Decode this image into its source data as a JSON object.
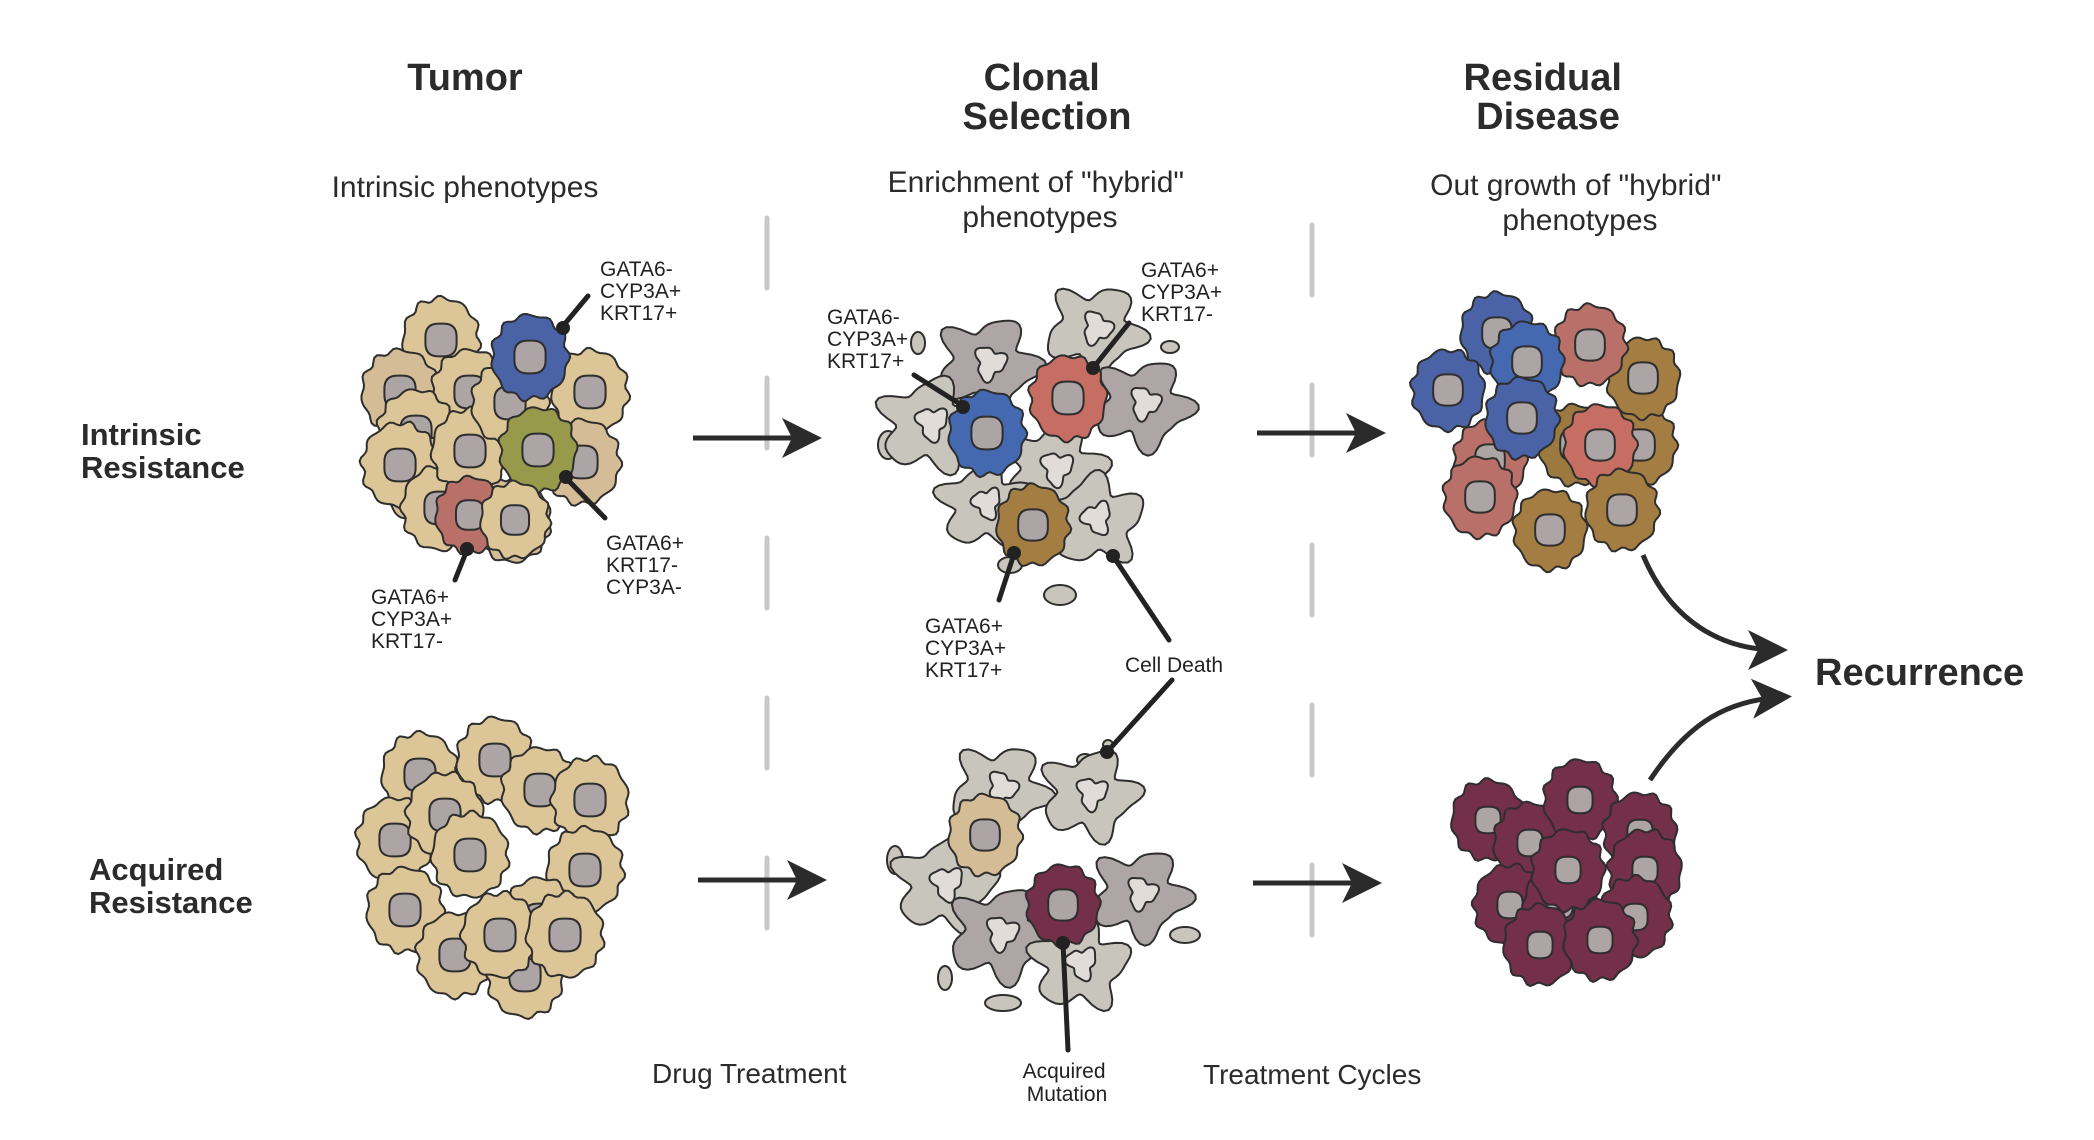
{
  "columns": [
    {
      "id": "tumor",
      "title": [
        "Tumor"
      ],
      "subtitle": [
        "Intrinsic phenotypes"
      ]
    },
    {
      "id": "clonal-selection",
      "title": [
        "Clonal",
        "Selection"
      ],
      "subtitle": [
        "Enrichment of \"hybrid\"",
        "phenotypes"
      ]
    },
    {
      "id": "residual-disease",
      "title": [
        "Residual",
        "Disease"
      ],
      "subtitle": [
        "Out growth of \"hybrid\"",
        "phenotypes"
      ]
    }
  ],
  "rows": [
    {
      "id": "intrinsic",
      "label": [
        "Intrinsic",
        "Resistance"
      ]
    },
    {
      "id": "acquired",
      "label": [
        "Acquired",
        "Resistance"
      ]
    }
  ],
  "outcome": "Recurrence",
  "step_labels": {
    "drug_treatment": "Drug Treatment",
    "treatment_cycles": "Treatment Cycles",
    "acquired_mutation": [
      "Acquired",
      "Mutation"
    ],
    "cell_death": "Cell Death"
  },
  "phenotype_labels": {
    "tumor_blue": [
      "GATA6-",
      "CYP3A+",
      "KRT17+"
    ],
    "tumor_olive": [
      "GATA6+",
      "KRT17-",
      "CYP3A-"
    ],
    "tumor_red": [
      "GATA6+",
      "CYP3A+",
      "KRT17-"
    ],
    "clonal_blue": [
      "GATA6-",
      "CYP3A+",
      "KRT17+"
    ],
    "clonal_red": [
      "GATA6+",
      "CYP3A+",
      "KRT17-"
    ],
    "clonal_gold": [
      "GATA6+",
      "CYP3A+",
      "KRT17+"
    ]
  },
  "colors": {
    "tan": "#dcc596",
    "tan_dark": "#d4bd96",
    "nucleus": "#ada5a5",
    "blue": "#4a62a6",
    "blue_bright": "#4569b0",
    "olive": "#97994b",
    "red": "#b87068",
    "coral": "#c66e63",
    "gold": "#a37d41",
    "maroon": "#742f49",
    "dead_light": "#c8c5bc",
    "dead_dark": "#aea5a6",
    "dead_center": "#e2dcd9",
    "text": "#2b2b2b",
    "dash": "#c8c8c8"
  }
}
